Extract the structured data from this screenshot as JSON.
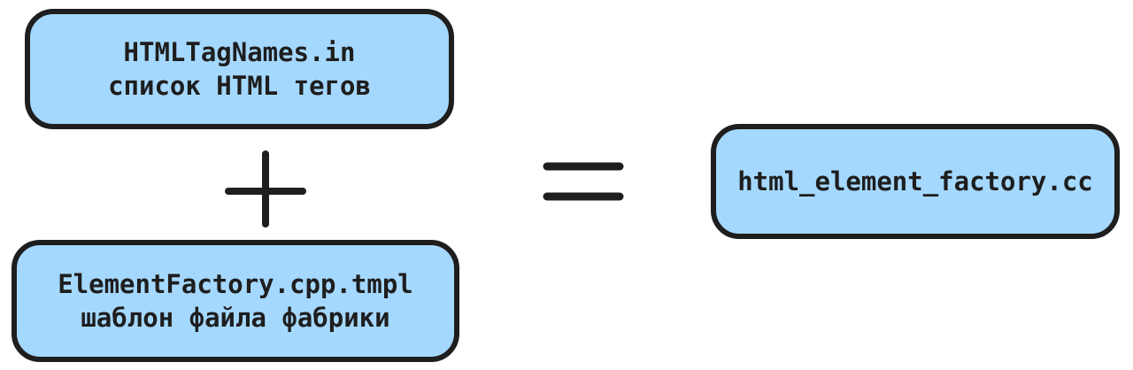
{
  "diagram": {
    "background_color": "#ffffff",
    "node_fill_color": "#a5d8ff",
    "node_border_color": "#1e1e1e",
    "text_color": "#1e1e1e",
    "operator_color": "#1e1e1e",
    "nodes": {
      "tag_names": {
        "title": "HTMLTagNames.in",
        "subtitle": "список HTML тегов"
      },
      "factory_template": {
        "title": "ElementFactory.cpp.tmpl",
        "subtitle": "шаблон файла фабрики"
      },
      "output_file": {
        "title": "html_element_factory.cc"
      }
    },
    "operators": {
      "plus": "+",
      "equals": "="
    }
  }
}
